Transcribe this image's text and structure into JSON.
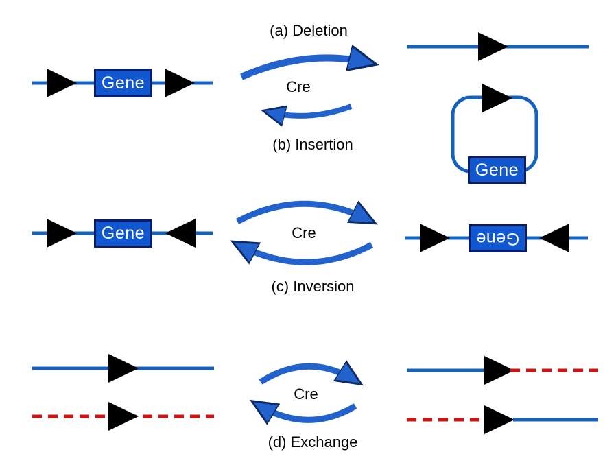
{
  "labels": {
    "a": "(a) Deletion",
    "b": "(b) Insertion",
    "c": "(c) Inversion",
    "d": "(d) Exchange",
    "cre": "Cre",
    "gene": "Gene"
  },
  "colors": {
    "line-blue": "#1661BE",
    "gene-fill": "#1157D0",
    "gene-border": "#0A1C66",
    "arrow-blue": "#2262CC",
    "arrow-edge": "#0E2A66",
    "red-line": "#D31111",
    "triangle-black": "#000000",
    "text-black": "#000000"
  }
}
